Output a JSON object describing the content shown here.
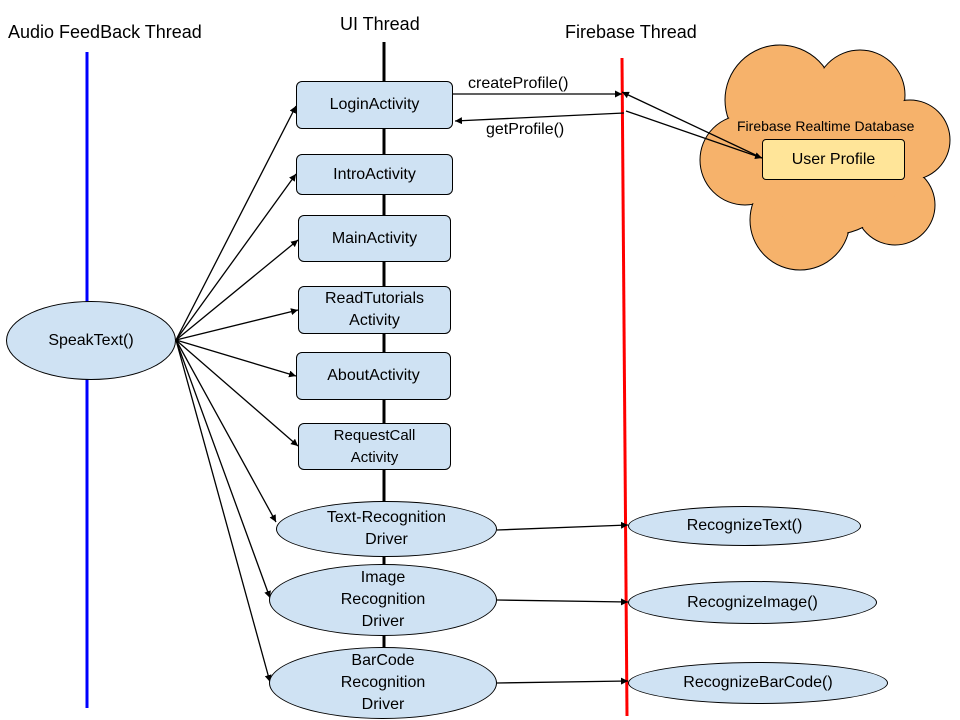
{
  "threads": {
    "audio": "Audio FeedBack Thread",
    "ui": "UI Thread",
    "firebase": "Firebase Thread"
  },
  "colors": {
    "node_fill": "#cfe2f3",
    "audio_lifeline": "#0000ff",
    "firebase_lifeline": "#ff0000",
    "cloud_fill": "#f6b26b",
    "profile_fill": "#ffe599"
  },
  "speak": "SpeakText()",
  "activities": {
    "login": "LoginActivity",
    "intro": "IntroActivity",
    "main": "MainActivity",
    "read": [
      "ReadTutorials",
      "Activity"
    ],
    "about": "AboutActivity",
    "request": [
      "RequestCall",
      "Activity"
    ]
  },
  "drivers": {
    "text": [
      "Text-Recognition",
      "Driver"
    ],
    "image": [
      "Image",
      "Recognition",
      "Driver"
    ],
    "barcode": [
      "BarCode",
      "Recognition",
      "Driver"
    ]
  },
  "recognizers": {
    "text": "RecognizeText()",
    "image": "RecognizeImage()",
    "barcode": "RecognizeBarCode()"
  },
  "messages": {
    "create": "createProfile()",
    "get": "getProfile()"
  },
  "database": {
    "title": "Firebase Realtime Database",
    "profile": "User Profile"
  }
}
